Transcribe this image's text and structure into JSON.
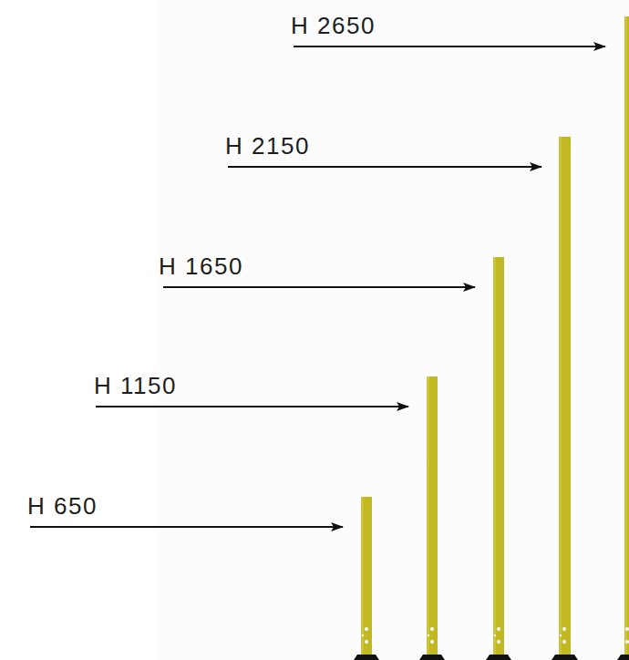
{
  "diagram": {
    "labels": [
      "H 2650",
      "H 2150",
      "H 1650",
      "H 1150",
      "H 650"
    ]
  }
}
